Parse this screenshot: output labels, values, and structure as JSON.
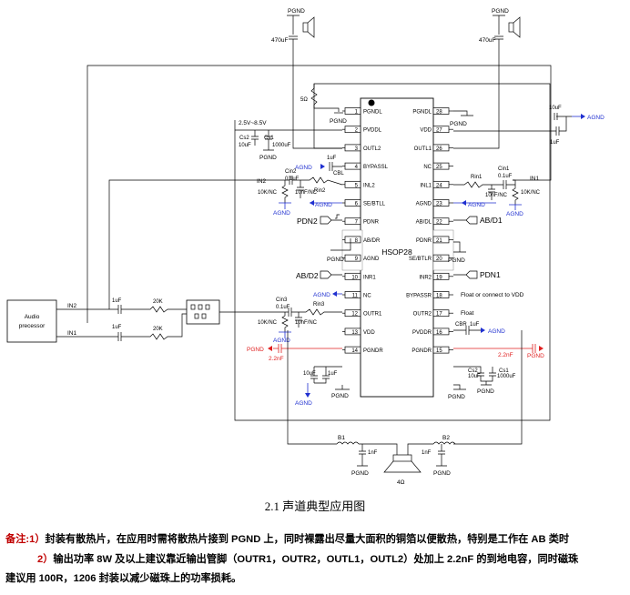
{
  "chip": {
    "name": "HSOP28"
  },
  "pins_left": [
    {
      "n": "1",
      "label": "PGNDL"
    },
    {
      "n": "2",
      "label": "PVDDL"
    },
    {
      "n": "3",
      "label": "OUTL2"
    },
    {
      "n": "4",
      "label": "BYPASSL"
    },
    {
      "n": "5",
      "label": "INL2"
    },
    {
      "n": "6",
      "label": "SE/BTLL"
    },
    {
      "n": "7",
      "label": "PDNR"
    },
    {
      "n": "8",
      "label": "AB/DR"
    },
    {
      "n": "9",
      "label": "AGND"
    },
    {
      "n": "10",
      "label": "INR1"
    },
    {
      "n": "11",
      "label": "NC"
    },
    {
      "n": "12",
      "label": "OUTR1"
    },
    {
      "n": "13",
      "label": "VDD"
    },
    {
      "n": "14",
      "label": "PGNDR"
    }
  ],
  "pins_right": [
    {
      "n": "28",
      "label": "PGNDL"
    },
    {
      "n": "27",
      "label": "VDD"
    },
    {
      "n": "26",
      "label": "OUTL1"
    },
    {
      "n": "25",
      "label": "NC"
    },
    {
      "n": "24",
      "label": "INL1"
    },
    {
      "n": "23",
      "label": "AGND"
    },
    {
      "n": "22",
      "label": "AB/DL"
    },
    {
      "n": "21",
      "label": "PDNR"
    },
    {
      "n": "20",
      "label": "SE/BTLR"
    },
    {
      "n": "19",
      "label": "INR2"
    },
    {
      "n": "18",
      "label": "BYPASSR"
    },
    {
      "n": "17",
      "label": "OUTR2"
    },
    {
      "n": "16",
      "label": "PVDDR"
    },
    {
      "n": "15",
      "label": "PGNDR"
    }
  ],
  "labels": {
    "pgnd": "PGND",
    "agnd": "AGND",
    "c470": "470uF",
    "r5": "5Ω",
    "vsupply": "2.5V~8.5V",
    "cs1": "Cs1",
    "c1000": "1000uF",
    "cs2": "Cs2",
    "c10": "10uF",
    "c1": "1uF",
    "cbl": "CBL",
    "cbr": "CBR",
    "cin2": "Cin2",
    "cin1": "Cin1",
    "cin3": "Cin3",
    "c01": "0.1uF",
    "in2": "IN2",
    "in1": "IN1",
    "r10k": "10K/NC",
    "c10n": "10nF/NC",
    "rin1": "Rin1",
    "rin2": "Rin2",
    "rin3": "Rin3",
    "pdn2": "PDN2",
    "pdn1": "PDN1",
    "abd1": "AB/D1",
    "abd2": "AB/D2",
    "float_vdd": "Float or connect to VDD",
    "float": "Float",
    "c22n": "2.2nF",
    "r20k": "20K",
    "audio1": "Audio",
    "audio2": "precessor",
    "b1": "B1",
    "b2": "B2",
    "r4": "4Ω"
  },
  "caption": "2.1 声道典型应用图",
  "notes": {
    "label": "备注:",
    "n1": "1）",
    "t1": "封装有散热片，在应用时需将散热片接到 PGND 上，同时裸露出尽量大面积的铜箔以便散热，特别是工作在 AB 类时",
    "n2": "2）",
    "t2a": "输出功率 8W 及以上建议靠近输出管脚（OUTR1，OUTR2，OUTL1，OUTL2）处加上 2.2nF 的到地电容，同时磁珠",
    "t2b": "建议用 100R，1206 封装以减少磁珠上的功率损耗。"
  }
}
